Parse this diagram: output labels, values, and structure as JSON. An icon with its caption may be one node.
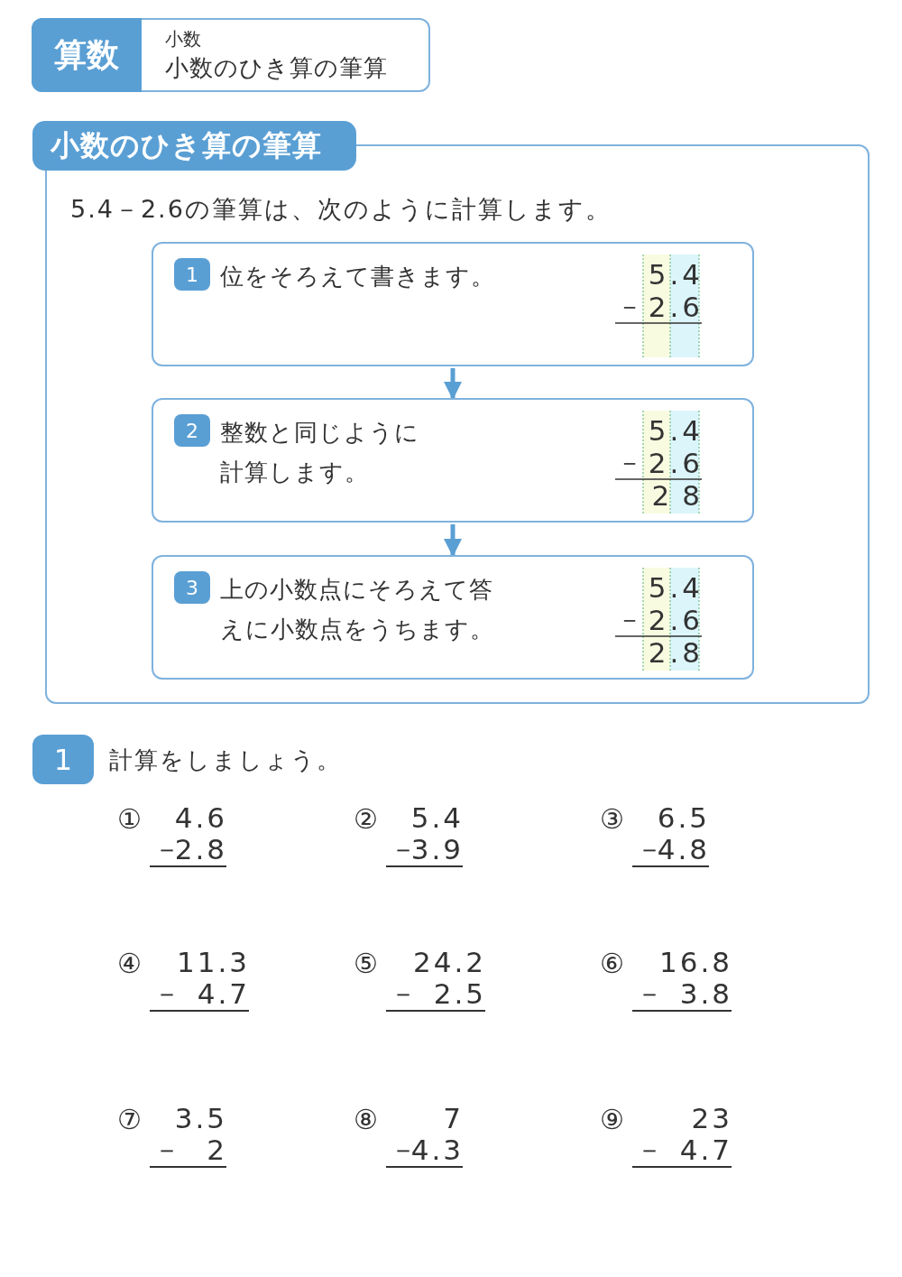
{
  "diagram": {
    "nodes": [
      {
        "text": [
          "算数",
          "小数",
          "小数のひき算の筆算"
        ]
      },
      {
        "text": [
          "小数のひき算の筆算",
          "5.4－2.6の筆算は、次のように計算します。"
        ]
      },
      {
        "text": [
          "1",
          "位をそろえて書きます。",
          "5.4",
          "－",
          "2.6"
        ],
        "in": 1
      },
      {
        "text": [
          "2",
          "整数と同じように計算します。",
          "5.4",
          "－",
          "2.6",
          "28"
        ],
        "in": 1
      },
      {
        "text": [
          "3",
          "上の小数点にそろえて答えに小数点をうちます。",
          "5.4",
          "－",
          "2.6",
          "2.8"
        ],
        "in": 1
      }
    ],
    "edges": [
      {
        "from": 2,
        "to": 3,
        "arrow": "to"
      },
      {
        "from": 3,
        "to": 4,
        "arrow": "to"
      }
    ],
    "labels": [
      "1",
      "計算をしましょう。",
      "①",
      "4.6",
      "－",
      "2.8",
      "②",
      "5.4",
      "－",
      "3.9",
      "③",
      "6.5",
      "－",
      "4.8",
      "④",
      "11.3",
      "－",
      "4.7",
      "⑤",
      "24.2",
      "－",
      "2.5",
      "⑥",
      "16.8",
      "－",
      "3.8",
      "⑦",
      "3.5",
      "－",
      "2",
      "⑧",
      "7",
      "－",
      "4.3",
      "⑨",
      "23",
      "－",
      "4.7"
    ]
  }
}
